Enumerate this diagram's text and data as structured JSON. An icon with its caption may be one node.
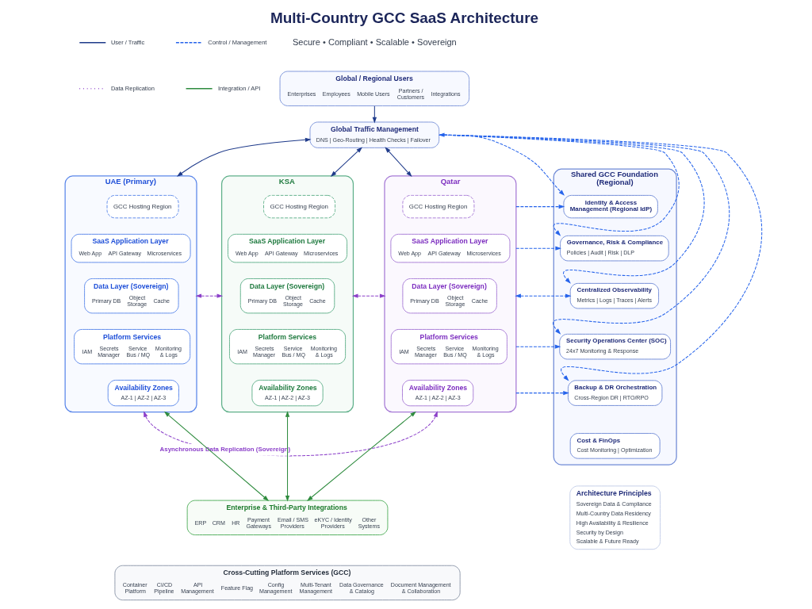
{
  "diagram": {
    "title": "Multi-Country GCC SaaS Architecture",
    "nodes": [
      {
        "text": [
          "Global / Regional Users",
          "Enterprises",
          "Employees",
          "Mobile Users",
          "Partners / Customers",
          "Integrations"
        ]
      },
      {
        "text": [
          "Global Traffic Management",
          "DNS | Geo-Routing | Health Checks | Failover"
        ]
      },
      {
        "text": [
          "UAE (Primary)"
        ]
      },
      {
        "text": [
          "GCC Hosting Region"
        ],
        "in": 2
      },
      {
        "text": [
          "SaaS Application Layer",
          "Web App",
          "API Gateway",
          "Microservices"
        ],
        "in": 2
      },
      {
        "text": [
          "Data Layer (Sovereign)",
          "Primary DB",
          "Object Storage",
          "Cache"
        ],
        "in": 2
      },
      {
        "text": [
          "Platform Services",
          "IAM",
          "Secrets Manager",
          "Service Bus / MQ",
          "Monitoring & Logs"
        ],
        "in": 2
      },
      {
        "text": [
          "Availability Zones",
          "AZ-1 | AZ-2 | AZ-3"
        ],
        "in": 2
      },
      {
        "text": [
          "KSA"
        ]
      },
      {
        "text": [
          "GCC Hosting Region"
        ],
        "in": 8
      },
      {
        "text": [
          "SaaS Application Layer",
          "Web App",
          "API Gateway",
          "Microservices"
        ],
        "in": 8
      },
      {
        "text": [
          "Data Layer (Sovereign)",
          "Primary DB",
          "Object Storage",
          "Cache"
        ],
        "in": 8
      },
      {
        "text": [
          "Platform Services",
          "IAM",
          "Secrets Manager",
          "Service Bus / MQ",
          "Monitoring & Logs"
        ],
        "in": 8
      },
      {
        "text": [
          "Availability Zones",
          "AZ-1 | AZ-2 | AZ-3"
        ],
        "in": 8
      },
      {
        "text": [
          "Qatar"
        ]
      },
      {
        "text": [
          "GCC Hosting Region"
        ],
        "in": 14
      },
      {
        "text": [
          "SaaS Application Layer",
          "Web App",
          "API Gateway",
          "Microservices"
        ],
        "in": 14
      },
      {
        "text": [
          "Data Layer (Sovereign)",
          "Primary DB",
          "Object Storage",
          "Cache"
        ],
        "in": 14
      },
      {
        "text": [
          "Platform Services",
          "IAM",
          "Secrets Manager",
          "Service Bus / MQ",
          "Monitoring & Logs"
        ],
        "in": 14
      },
      {
        "text": [
          "Availability Zones",
          "AZ-1 | AZ-2 | AZ-3"
        ],
        "in": 14
      },
      {
        "text": [
          "Shared GCC Foundation (Regional)"
        ]
      },
      {
        "text": [
          "Identity & Access Management (Regional IdP)"
        ],
        "in": 20
      },
      {
        "text": [
          "Governance, Risk & Compliance",
          "Policies | Audit | Risk | DLP"
        ],
        "in": 20
      },
      {
        "text": [
          "Centralized Observability",
          "Metrics | Logs | Traces | Alerts"
        ],
        "in": 20
      },
      {
        "text": [
          "Security Operations Center (SOC)",
          "24x7 Monitoring & Response"
        ],
        "in": 20
      },
      {
        "text": [
          "Backup & DR Orchestration",
          "Cross-Region DR | RTO/RPO"
        ],
        "in": 20
      },
      {
        "text": [
          "Cost & FinOps",
          "Cost Monitoring | Optimization"
        ],
        "in": 20
      },
      {
        "text": [
          "Architecture Principles",
          "Sovereign Data & Compliance",
          "Multi-Country Data Residency",
          "High Availability & Resilience",
          "Security by Design",
          "Scalable & Future Ready"
        ]
      },
      {
        "text": [
          "Enterprise & Third-Party Integrations",
          "ERP",
          "CRM",
          "HR",
          "Payment Gateways",
          "Email / SMS Providers",
          "eKYC / Identity Providers",
          "Other Systems"
        ]
      },
      {
        "text": [
          "Cross-Cutting Platform Services (GCC)",
          "Container Platform",
          "CI/CD Pipeline",
          "API Management",
          "Feature Flag",
          "Config Management",
          "Multi-Tenant Management",
          "Data Governance & Catalog",
          "Document Management & Collaboration"
        ]
      }
    ],
    "edges": [
      {
        "from": 0,
        "to": 1,
        "arrow": "to",
        "color": "#1e3a8a"
      },
      {
        "from": 1,
        "to": 2,
        "arrow": "both",
        "color": "#1e3a8a"
      },
      {
        "from": 1,
        "to": 8,
        "arrow": "both",
        "color": "#1e3a8a"
      },
      {
        "from": 1,
        "to": 14,
        "arrow": "both",
        "color": "#1e3a8a"
      },
      {
        "from": 2,
        "to": 8,
        "arrow": "both",
        "style": "dashed",
        "color": "#8b3fc9"
      },
      {
        "from": 8,
        "to": 14,
        "arrow": "both",
        "style": "dashed",
        "color": "#8b3fc9"
      },
      {
        "from": 2,
        "to": 14,
        "arrow": "both",
        "style": "dashed",
        "color": "#8b3fc9",
        "label": "Asynchronous Data Replication (Sovereign)"
      },
      {
        "from": 2,
        "to": 28,
        "arrow": "both",
        "color": "#2e8b3e"
      },
      {
        "from": 8,
        "to": 28,
        "arrow": "both",
        "color": "#2e8b3e"
      },
      {
        "from": 14,
        "to": 28,
        "arrow": "both",
        "color": "#2e8b3e"
      },
      {
        "from": 1,
        "to": 21,
        "arrow": "both",
        "style": "dashed"
      },
      {
        "from": 1,
        "to": 22,
        "arrow": "to",
        "style": "dashed"
      },
      {
        "from": 1,
        "to": 23,
        "arrow": "to",
        "style": "dashed"
      },
      {
        "from": 1,
        "to": 24,
        "arrow": "to",
        "style": "dashed"
      },
      {
        "from": 1,
        "to": 25,
        "arrow": "to",
        "style": "dashed"
      },
      {
        "from": 14,
        "to": 21,
        "arrow": "to",
        "style": "dashed"
      },
      {
        "from": 14,
        "to": 22,
        "arrow": "to",
        "style": "dashed"
      },
      {
        "from": 14,
        "to": 23,
        "arrow": "both",
        "style": "dashed"
      },
      {
        "from": 14,
        "to": 24,
        "arrow": "to",
        "style": "dashed"
      },
      {
        "from": 14,
        "to": 25,
        "arrow": "to",
        "style": "dashed"
      }
    ],
    "labels": [
      "Secure • Compliant • Scalable • Sovereign"
    ],
    "legend": [
      {
        "text": "User / Traffic"
      },
      {
        "text": "Control / Management"
      },
      {
        "text": "Data Replication"
      },
      {
        "text": "Integration / API"
      }
    ]
  }
}
